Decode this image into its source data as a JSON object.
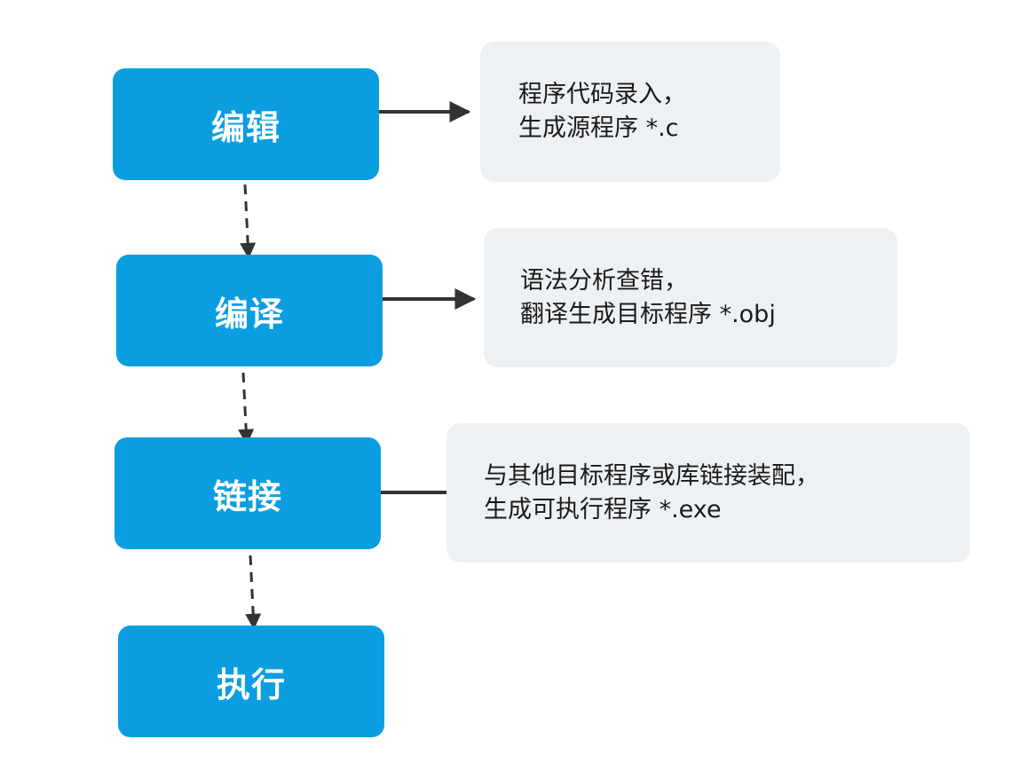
{
  "colors": {
    "step_fill": "#0a9ee0",
    "step_text": "#ffffff",
    "note_fill": "#eef1f4",
    "note_text": "#1a1a1a",
    "connector": "#333333"
  },
  "steps": [
    {
      "label": "编辑"
    },
    {
      "label": "编译"
    },
    {
      "label": "链接"
    },
    {
      "label": "执行"
    }
  ],
  "notes": [
    {
      "line1": "程序代码录入，",
      "line2": "生成源程序 *.c"
    },
    {
      "line1": "语法分析查错，",
      "line2": "翻译生成目标程序 *.obj"
    },
    {
      "line1": "与其他目标程序或库链接装配，",
      "line2": "生成可执行程序 *.exe"
    }
  ]
}
